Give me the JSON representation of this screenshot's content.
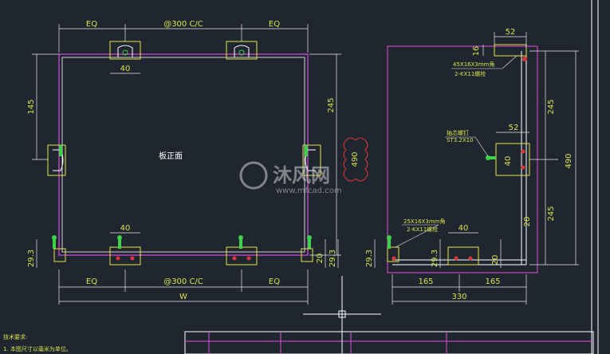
{
  "colors": {
    "background": "#1f2630",
    "dimension": "#e8e8e8",
    "outline": "#ffffff",
    "magenta": "#e04be0",
    "yellow": "#e6e24a",
    "green": "#3fd14a",
    "red": "#e03535",
    "accent_text": "#d8e24a"
  },
  "front_view": {
    "top_spacing": [
      "EQ",
      "@300 C/C",
      "EQ"
    ],
    "top_bracket_width": "40",
    "left_height": "145",
    "right_height": "245",
    "panel_label": "板正面",
    "bottom_bracket_width": "40",
    "left_offset": "29.3",
    "right_offset_a": "20",
    "right_offset_b": "29.3",
    "bottom_spacing": [
      "EQ",
      "@300 C/C",
      "EQ"
    ],
    "overall_width": "W",
    "red_mark": "490"
  },
  "side_view": {
    "top_width": "52",
    "top_height": "16",
    "top_note_line1": "45X16X3mm角",
    "top_note_line2": "2-KX11螺栓",
    "mid_width": "52",
    "mid_note_line1": "抽芯螺钉",
    "mid_note_line2": "ST3.2X10",
    "mid_height": "40",
    "right_dim_top": "245",
    "right_dim_total": "490",
    "right_dim_bottom": "245",
    "gap": "20",
    "bottom_note_line1": "25X16X3mm角",
    "bottom_note_line2": "2-KX11螺栓",
    "bottom_bracket_width": "40",
    "left_offset": "29.3",
    "inner_offset": "29.3",
    "right_offset": "20",
    "span_left": "165",
    "span_right": "165",
    "overall_width": "330"
  },
  "footer": {
    "notes_title": "技术要求:",
    "notes_line1": "1. 本图尺寸以毫米为单位。"
  },
  "watermark": {
    "brand": "沐风网",
    "url": "www.mfcad.com"
  }
}
